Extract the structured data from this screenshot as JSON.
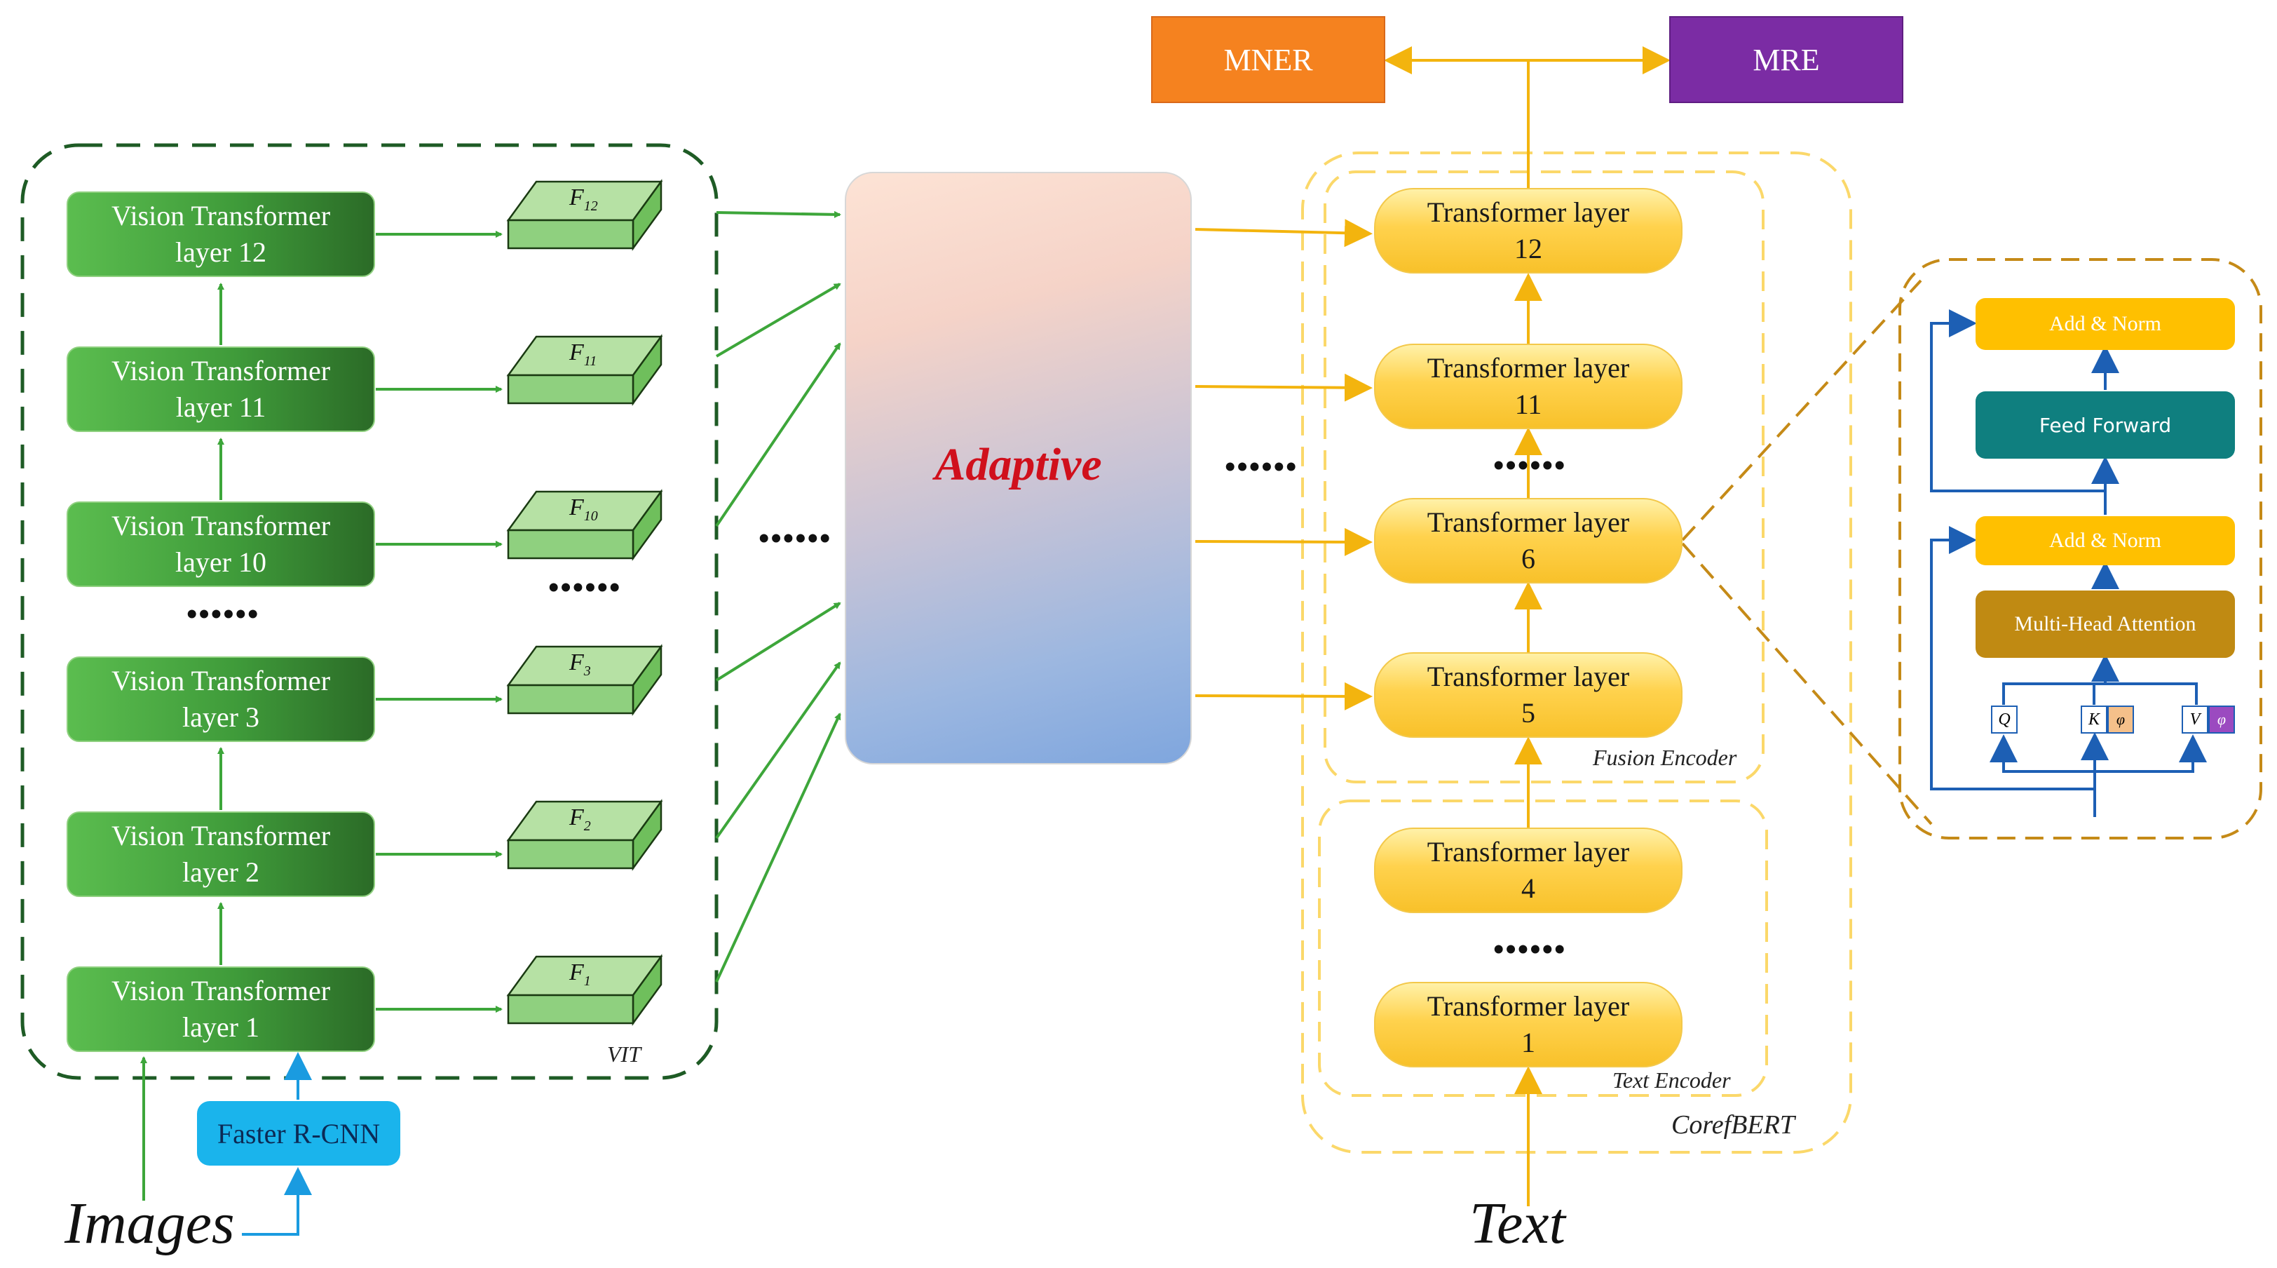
{
  "vit": {
    "layers": [
      {
        "line1": "Vision Transformer",
        "line2": "layer 12",
        "feature": "F",
        "feature_sub": "12"
      },
      {
        "line1": "Vision Transformer",
        "line2": "layer 11",
        "feature": "F",
        "feature_sub": "11"
      },
      {
        "line1": "Vision Transformer",
        "line2": "layer 10",
        "feature": "F",
        "feature_sub": "10"
      },
      {
        "line1": "Vision Transformer",
        "line2": "layer 3",
        "feature": "F",
        "feature_sub": "3"
      },
      {
        "line1": "Vision Transformer",
        "line2": "layer 2",
        "feature": "F",
        "feature_sub": "2"
      },
      {
        "line1": "Vision Transformer",
        "line2": "layer 1",
        "feature": "F",
        "feature_sub": "1"
      }
    ],
    "ellipsis": "••••••",
    "label": "VIT",
    "faster_rcnn": "Faster R-CNN",
    "input_label": "Images"
  },
  "adaptive": {
    "label": "Adaptive"
  },
  "ellipsis_mid": "••••••",
  "outputs": {
    "mner": "MNER",
    "mre": "MRE"
  },
  "text_encoder": {
    "fusion_layers": [
      {
        "line1": "Transformer layer",
        "line2": "12"
      },
      {
        "line1": "Transformer layer",
        "line2": "11"
      },
      {
        "line1": "Transformer layer",
        "line2": "6"
      },
      {
        "line1": "Transformer layer",
        "line2": "5"
      }
    ],
    "text_layers": [
      {
        "line1": "Transformer layer",
        "line2": "4"
      },
      {
        "line1": "Transformer layer",
        "line2": "1"
      }
    ],
    "ellipsis": "••••••",
    "fusion_label": "Fusion Encoder",
    "text_label": "Text Encoder",
    "outer_label": "CorefBERT",
    "input_label": "Text"
  },
  "detail": {
    "add_norm_top": "Add & Norm",
    "feed_forward": "Feed Forward",
    "add_norm_bottom": "Add & Norm",
    "attention": "Multi-Head Attention",
    "q": "Q",
    "k": "K",
    "v": "V",
    "phi_k": "φ",
    "phi_v": "φ",
    "colors": {
      "add_norm": "#ffc000",
      "feed_forward": "#0f7f7f",
      "attention": "#c08a12",
      "phi_k": "#f5c08a",
      "phi_v": "#9b4ac0"
    }
  },
  "colors": {
    "mner": "#f5821f",
    "mre": "#7b2ca4",
    "green_arrow": "#3da63a",
    "yellow_arrow": "#f3b40e",
    "blue_arrow": "#1a9be0",
    "adaptive_text": "#d0101c"
  }
}
